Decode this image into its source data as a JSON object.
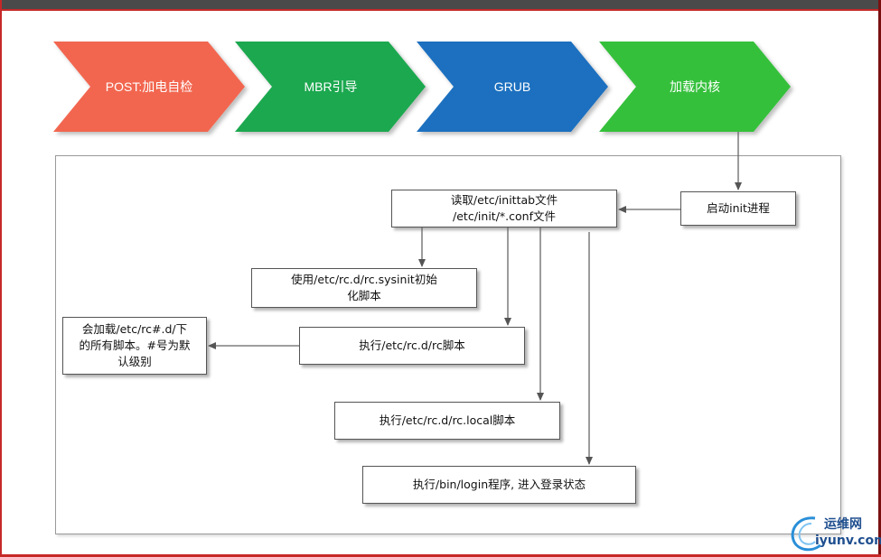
{
  "stages": [
    {
      "label": "POST:加电自检",
      "color": "#f26650"
    },
    {
      "label": "MBR引导",
      "color": "#1fa84f"
    },
    {
      "label": "GRUB",
      "color": "#1e6fbf"
    },
    {
      "label": "加载内核",
      "color": "#35c03a"
    }
  ],
  "steps": {
    "start_init": "启动init进程",
    "read_inittab": [
      "读取/etc/inittab文件",
      "/etc/init/*.conf文件"
    ],
    "rc_sysinit": [
      "使用/etc/rc.d/rc.sysinit初始",
      "化脚本"
    ],
    "run_rc": "执行/etc/rc.d/rc脚本",
    "load_rc_scripts": [
      "会加载/etc/rc#.d/下",
      "的所有脚本。#号为默",
      "认级别"
    ],
    "run_rc_local": "执行/etc/rc.d/rc.local脚本",
    "run_login": "执行/bin/login程序, 进入登录状态"
  },
  "watermark": {
    "name": "运维网",
    "url": "iyunv.com"
  }
}
